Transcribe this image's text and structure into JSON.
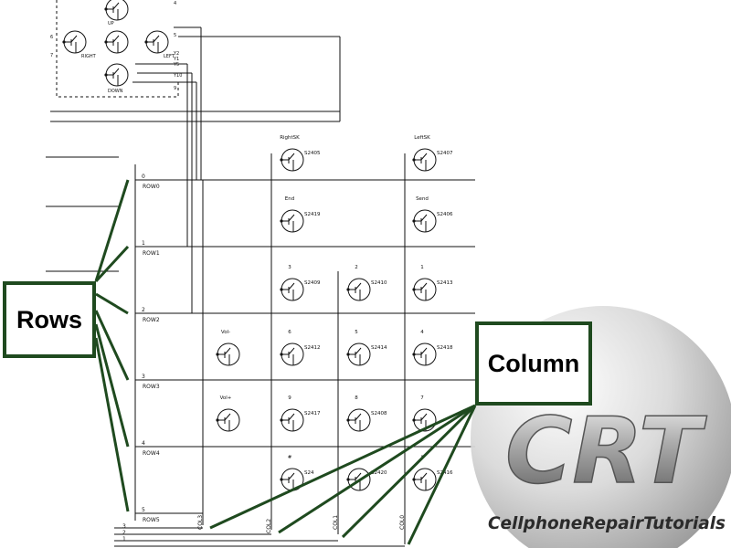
{
  "callouts": {
    "rows": "Rows",
    "column": "Column"
  },
  "rows": [
    {
      "num": "0",
      "label": "ROW0"
    },
    {
      "num": "1",
      "label": "ROW1"
    },
    {
      "num": "2",
      "label": "ROW2"
    },
    {
      "num": "3",
      "label": "ROW3"
    },
    {
      "num": "4",
      "label": "ROW4"
    },
    {
      "num": "5",
      "label": "ROW5"
    }
  ],
  "columns": [
    "COL3",
    "COL2",
    "COL1",
    "COL0"
  ],
  "switches": [
    {
      "id": "S2405",
      "label": "RightSK"
    },
    {
      "id": "S2407",
      "label": "LeftSK"
    },
    {
      "id": "S2419",
      "label": "End"
    },
    {
      "id": "S2406",
      "label": "Send"
    },
    {
      "id": "S2409",
      "label": "3"
    },
    {
      "id": "S2410",
      "label": "2"
    },
    {
      "id": "S2413",
      "label": "1"
    },
    {
      "id": "",
      "label": "Vol-"
    },
    {
      "id": "S2412",
      "label": "6"
    },
    {
      "id": "S2414",
      "label": "5"
    },
    {
      "id": "S2418",
      "label": "4"
    },
    {
      "id": "",
      "label": "Vol+"
    },
    {
      "id": "S2417",
      "label": "9"
    },
    {
      "id": "S2408",
      "label": "8"
    },
    {
      "id": "",
      "label": "7"
    },
    {
      "id": "S24",
      "label": "#"
    },
    {
      "id": "S2420",
      "label": ""
    },
    {
      "id": "S2416",
      "label": "*"
    }
  ],
  "nav_switches": [
    "UP",
    "RIGHT",
    "LEFT",
    "DOWN"
  ],
  "nav_pins": [
    "4",
    "6",
    "7",
    "5",
    "Y2",
    "Y1",
    "Y5",
    "Y10",
    "9"
  ],
  "bottom_pins": [
    "3",
    "2",
    "1"
  ],
  "logo": {
    "letters": "CRT",
    "tagline": "CellphoneRepairTutorials"
  },
  "colors": {
    "callout_border": "#1f4a1f",
    "wire": "#111111",
    "pointer": "#1f4a1f"
  }
}
